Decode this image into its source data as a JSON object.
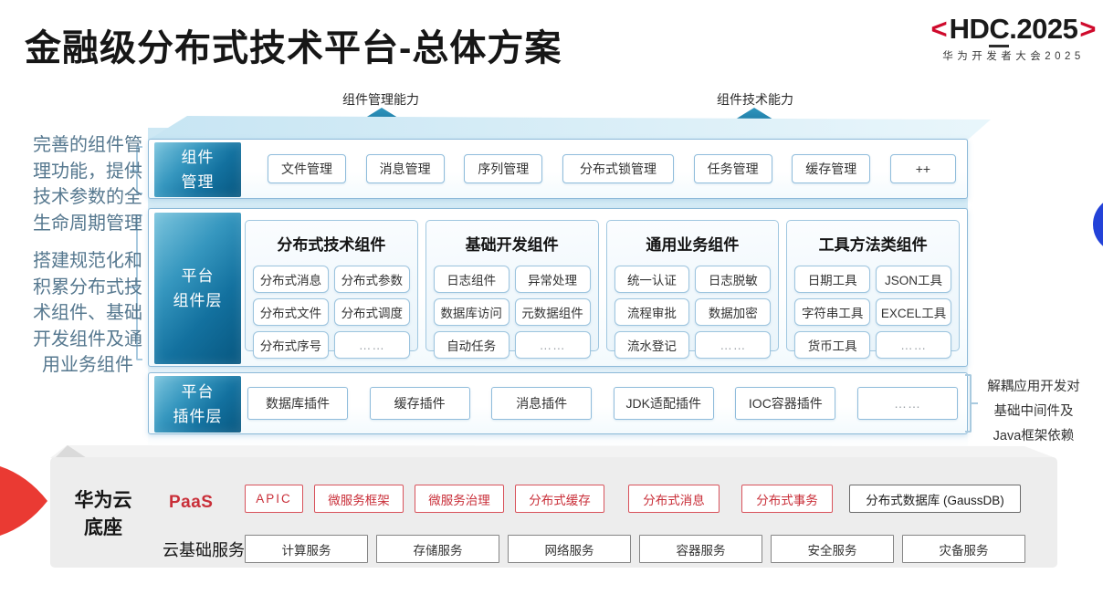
{
  "title": "金融级分布式技术平台-总体方案",
  "logo": {
    "left_angle": "<",
    "right_angle": ">",
    "text_pre": "HD",
    "text_underlined": "C",
    "text_post": ".2025",
    "subtitle": "华为开发者大会2025"
  },
  "capabilities": [
    {
      "label": "组件管理能力"
    },
    {
      "label": "组件技术能力"
    }
  ],
  "side_notes": {
    "left_top": "完善的组件管\n理功能，提供\n技术参数的全\n生命周期管理",
    "left_bottom": "搭建规范化和\n积累分布式技\n术组件、基础\n开发组件及通\n用业务组件",
    "right": "解耦应用开发对\n基础中间件及\nJava框架依赖"
  },
  "layers": {
    "component_mgmt": {
      "label_lines": [
        "组件",
        "管理"
      ],
      "items": [
        "文件管理",
        "消息管理",
        "序列管理",
        "分布式锁管理",
        "任务管理",
        "缓存管理",
        "++"
      ]
    },
    "platform_components": {
      "label_lines": [
        "平台",
        "组件层"
      ],
      "groups": [
        {
          "title": "分布式技术组件",
          "items": [
            "分布式消息",
            "分布式参数",
            "分布式文件",
            "分布式调度",
            "分布式序号",
            "……"
          ]
        },
        {
          "title": "基础开发组件",
          "items": [
            "日志组件",
            "异常处理",
            "数据库访问",
            "元数据组件",
            "自动任务",
            "……"
          ]
        },
        {
          "title": "通用业务组件",
          "items": [
            "统一认证",
            "日志脱敏",
            "流程审批",
            "数据加密",
            "流水登记",
            "……"
          ]
        },
        {
          "title": "工具方法类组件",
          "items": [
            "日期工具",
            "JSON工具",
            "字符串工具",
            "EXCEL工具",
            "货币工具",
            "……"
          ]
        }
      ]
    },
    "platform_plugins": {
      "label_lines": [
        "平台",
        "插件层"
      ],
      "items": [
        "数据库插件",
        "缓存插件",
        "消息插件",
        "JDK适配插件",
        "IOC容器插件",
        "……"
      ]
    }
  },
  "foundation": {
    "label_lines": [
      "华为云",
      "底座"
    ],
    "paas": {
      "label": "PaaS",
      "items": [
        "APIC",
        "微服务框架",
        "微服务治理",
        "分布式缓存",
        "分布式消息",
        "分布式事务"
      ],
      "db_item": "分布式数据库 (GaussDB)"
    },
    "cloud": {
      "label": "云基础服务",
      "items": [
        "计算服务",
        "存储服务",
        "网络服务",
        "容器服务",
        "安全服务",
        "灾备服务"
      ]
    }
  },
  "colors": {
    "teal_dark": "#0a5e8a",
    "teal_light": "#66bbd9",
    "accent_red": "#c92f39",
    "wedge_red": "#ea3a33",
    "blue_circle": "#2342d8",
    "border_blue": "#8fbcdb",
    "note_blue": "#56788f"
  }
}
